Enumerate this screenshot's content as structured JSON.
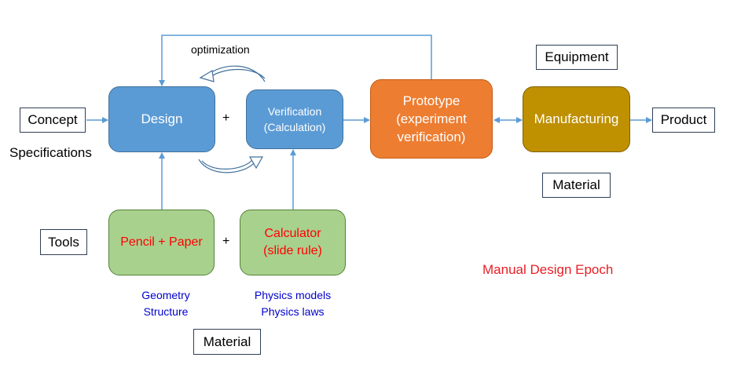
{
  "nodes": {
    "design": "Design",
    "verification": "Verification\n(Calculation)",
    "prototype": "Prototype\n(experiment\nverification)",
    "manufacturing": "Manufacturing",
    "pencil": "Pencil + Paper",
    "calculator": "Calculator\n(slide rule)"
  },
  "labels": {
    "concept": "Concept",
    "product": "Product",
    "equipment": "Equipment",
    "material_top": "Material",
    "tools": "Tools",
    "material_bottom": "Material"
  },
  "annotations": {
    "optimization": "optimization",
    "specifications": "Specifications",
    "plus": "+",
    "geometry": "Geometry\nStructure",
    "physics": "Physics models\nPhysics laws",
    "epoch": "Manual Design Epoch"
  },
  "colors": {
    "arrow": "#5b9bd5",
    "design_blue": "#5b9bd5",
    "prototype_orange": "#ed7d31",
    "manufacturing_gold": "#bf9000",
    "tool_green": "#a9d18e",
    "note_blue": "#0000cc",
    "epoch_red": "#e81e25"
  }
}
